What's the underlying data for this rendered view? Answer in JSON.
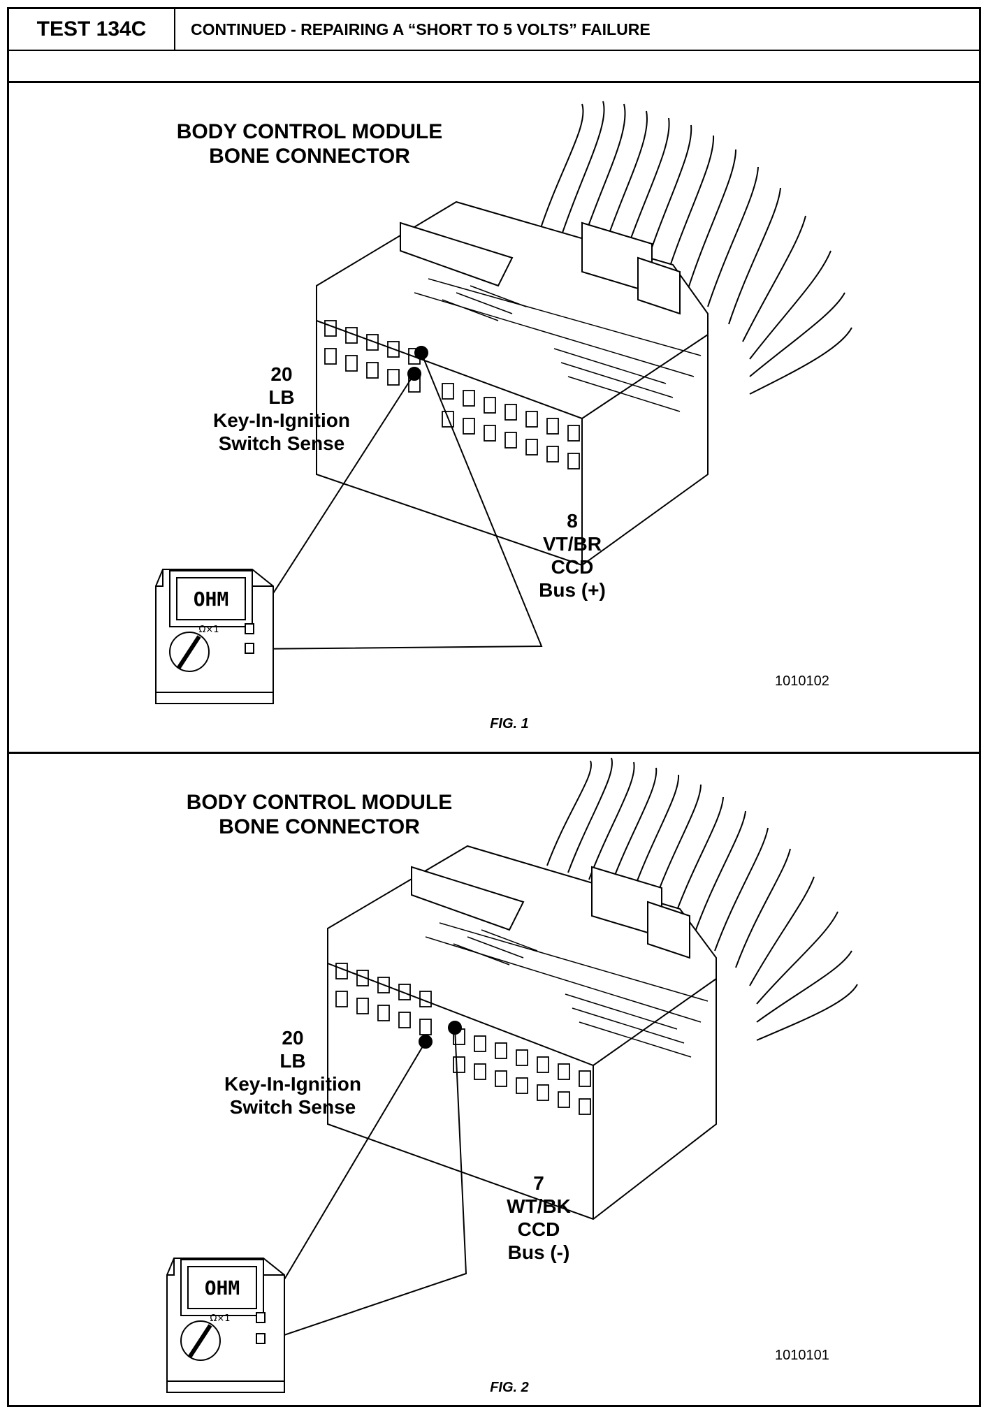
{
  "header": {
    "test_id": "TEST 134C",
    "title": "CONTINUED - REPAIRING A “SHORT TO 5 VOLTS” FAILURE"
  },
  "figures": [
    {
      "title_line1": "BODY CONTROL MODULE",
      "title_line2": "BONE CONNECTOR",
      "pin_a": {
        "number": "20",
        "color": "LB",
        "name_line1": "Key-In-Ignition",
        "name_line2": "Switch Sense"
      },
      "pin_b": {
        "number": "8",
        "color": "VT/BR",
        "name_line1": "CCD",
        "name_line2": "Bus (+)"
      },
      "meter": {
        "display": "OHM",
        "range": "Ω×1"
      },
      "image_id": "1010102",
      "caption": "FIG. 1"
    },
    {
      "title_line1": "BODY CONTROL MODULE",
      "title_line2": "BONE CONNECTOR",
      "pin_a": {
        "number": "20",
        "color": "LB",
        "name_line1": "Key-In-Ignition",
        "name_line2": "Switch Sense"
      },
      "pin_b": {
        "number": "7",
        "color": "WT/BK",
        "name_line1": "CCD",
        "name_line2": "Bus (-)"
      },
      "meter": {
        "display": "OHM",
        "range": "Ω×1"
      },
      "image_id": "1010101",
      "caption": "FIG. 2"
    }
  ],
  "icons": {
    "ohmmeter": "ohmmeter-icon",
    "connector": "bone-connector-illustration"
  }
}
